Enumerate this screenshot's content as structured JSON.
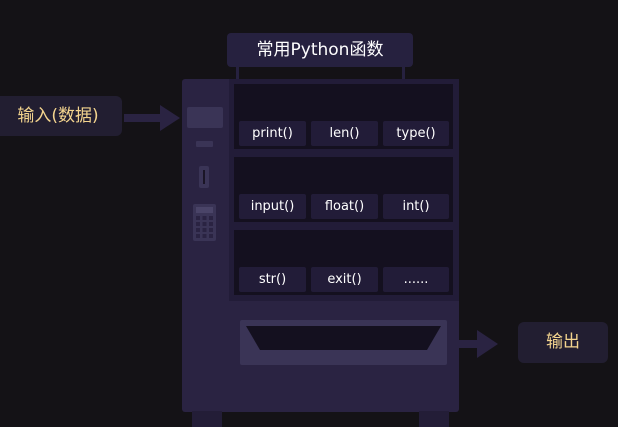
{
  "title": "常用Python函数",
  "input_label": "输入(数据)",
  "output_label": "输出",
  "shelves": [
    {
      "items": [
        "print()",
        "len()",
        "type()"
      ]
    },
    {
      "items": [
        "input()",
        "float()",
        "int()"
      ]
    },
    {
      "items": [
        "str()",
        "exit()",
        "......"
      ]
    }
  ],
  "colors": {
    "background": "#141216",
    "machine": "#2a2342",
    "shelf_panel": "#221c38",
    "shelf": "#14101f",
    "label_text": "#f3d48e",
    "arrow": "#2a2342"
  }
}
